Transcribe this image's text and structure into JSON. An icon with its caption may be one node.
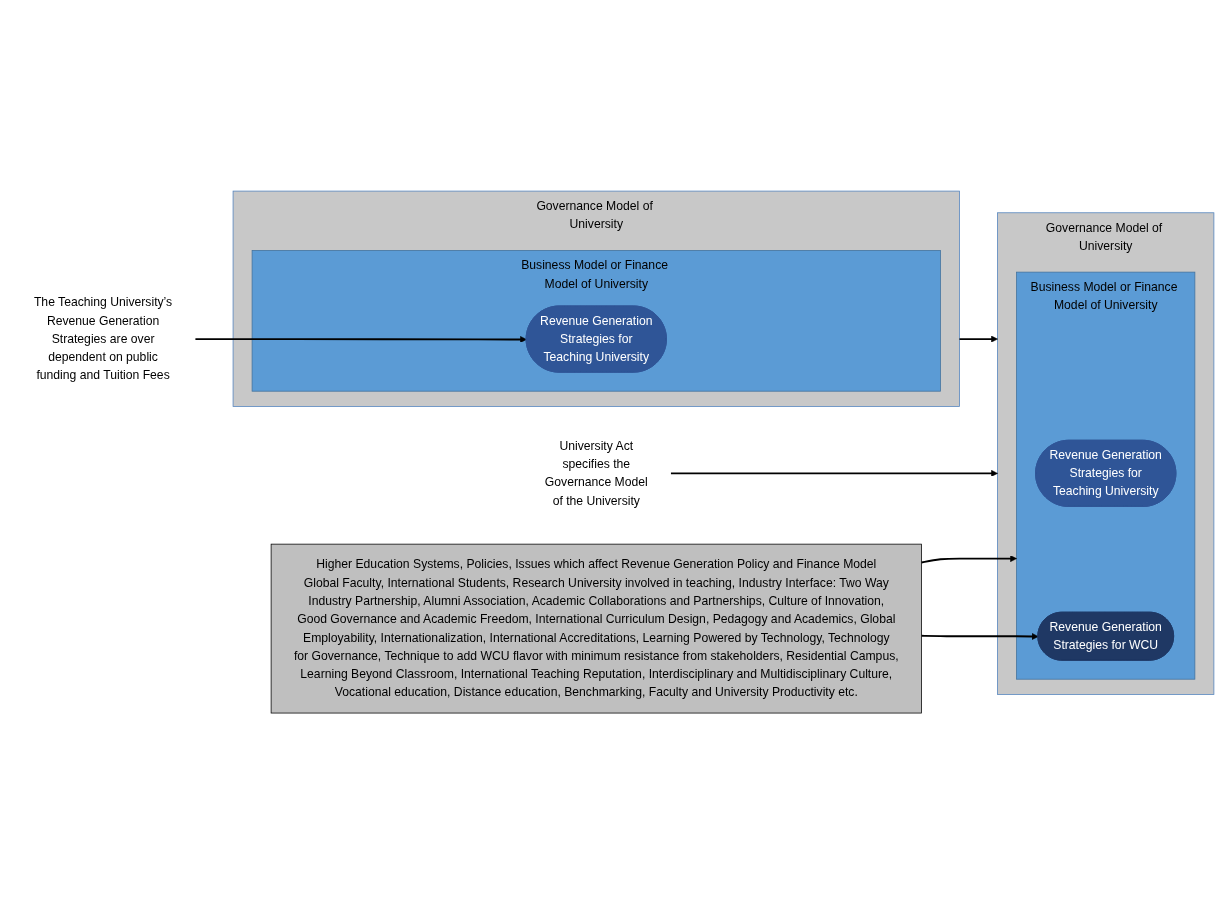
{
  "diagram": {
    "nodes": [
      {
        "text": [
          "Governance Model of University"
        ]
      },
      {
        "text": [
          "Business Model or Finance Model of University"
        ],
        "in": 0
      },
      {
        "text": [
          "Revenue Generation Strategies for Teaching University"
        ],
        "in": 1
      },
      {
        "text": [
          "The Teaching University’s Revenue Generation Strategies are over dependent on public funding and Tuition Fees"
        ]
      },
      {
        "text": [
          "Governance Model of University"
        ]
      },
      {
        "text": [
          "Business Model or Finance Model of University"
        ],
        "in": 4
      },
      {
        "text": [
          "Revenue Generation Strategies for Teaching University"
        ],
        "in": 5
      },
      {
        "text": [
          "Revenue Generation Strategies for WCU"
        ],
        "in": 5
      },
      {
        "text": [
          "University Act specifies the Governance Model of the University"
        ]
      },
      {
        "text": [
          "Higher Education Systems, Policies, Issues which affect Revenue Generation Policy and Finance Model",
          "Global Faculty, International Students, Research University involved in teaching, Industry Interface: Two Way Industry Partnership, Alumni Association, Academic Collaborations and Partnerships, Culture of Innovation, Good Governance and Academic Freedom, International Curriculum Design, Pedagogy and Academics, Global Employability, Internationalization, International Accreditations, Learning Powered by Technology, Technology for Governance, Technique to add WCU flavor with minimum resistance from stakeholders, Residential Campus, Learning Beyond Classroom, International Teaching Reputation, Interdisciplinary and Multidisciplinary Culture, Vocational education, Distance education, Benchmarking, Faculty and University Productivity etc."
        ]
      }
    ],
    "edges": [
      {
        "from": 3,
        "to": 2,
        "arrow": "to"
      },
      {
        "from": 0,
        "to": 4,
        "arrow": "to"
      },
      {
        "from": 8,
        "to": 4,
        "arrow": "to"
      },
      {
        "from": 9,
        "to": 7,
        "arrow": "to"
      },
      {
        "from": 9,
        "to": 5,
        "arrow": "to"
      }
    ]
  }
}
